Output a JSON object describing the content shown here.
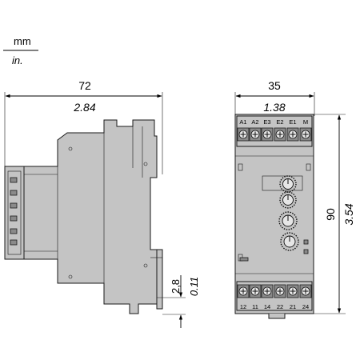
{
  "units": {
    "primary": "mm",
    "secondary": "in."
  },
  "side_view": {
    "width_mm": "72",
    "width_in": "2.84",
    "rail_offset_mm": "2,8",
    "rail_offset_in": "0.11"
  },
  "front_view": {
    "width_mm": "35",
    "width_in": "1.38",
    "height_mm": "90",
    "height_in": "3.54",
    "top_terminals": [
      "A1",
      "A2",
      "E3",
      "E2",
      "E1",
      "M"
    ],
    "bottom_terminals": [
      "12",
      "11",
      "14",
      "22",
      "21",
      "24"
    ]
  }
}
